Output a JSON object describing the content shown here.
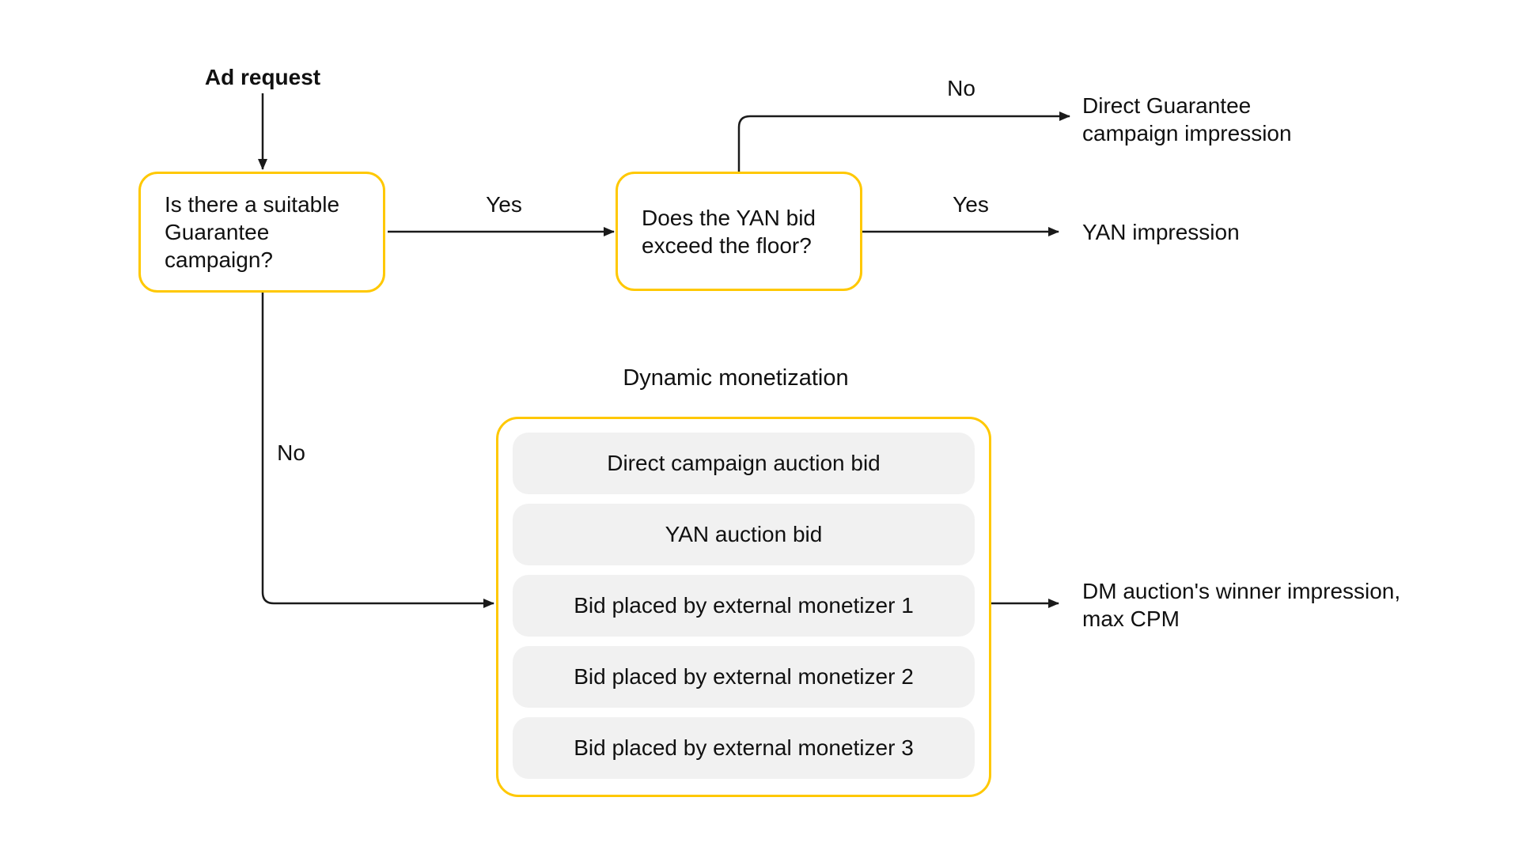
{
  "diagram": {
    "start": {
      "label": "Ad request"
    },
    "q1": {
      "lines": [
        "Is there a suitable",
        "Guarantee",
        "campaign?"
      ]
    },
    "q2": {
      "lines": [
        "Does the YAN bid",
        "exceed the floor?"
      ]
    },
    "edges": {
      "q1_yes": "Yes",
      "q1_no": "No",
      "q2_yes": "Yes",
      "q2_no": "No"
    },
    "outcomes": {
      "direct_guarantee": {
        "lines": [
          "Direct Guarantee",
          "campaign impression"
        ]
      },
      "yan": {
        "lines": [
          "YAN impression"
        ]
      },
      "dm_winner": {
        "lines": [
          "DM auction's winner impression,",
          "max CPM"
        ]
      }
    },
    "dm_group": {
      "title": "Dynamic monetization",
      "items": [
        "Direct campaign auction bid",
        "YAN auction bid",
        "Bid placed by external monetizer 1",
        "Bid placed by external monetizer 2",
        "Bid placed by external monetizer 3"
      ]
    },
    "colors": {
      "accent": "#FFC800",
      "item_bg": "#F1F1F1",
      "line": "#1A1A1A"
    }
  }
}
